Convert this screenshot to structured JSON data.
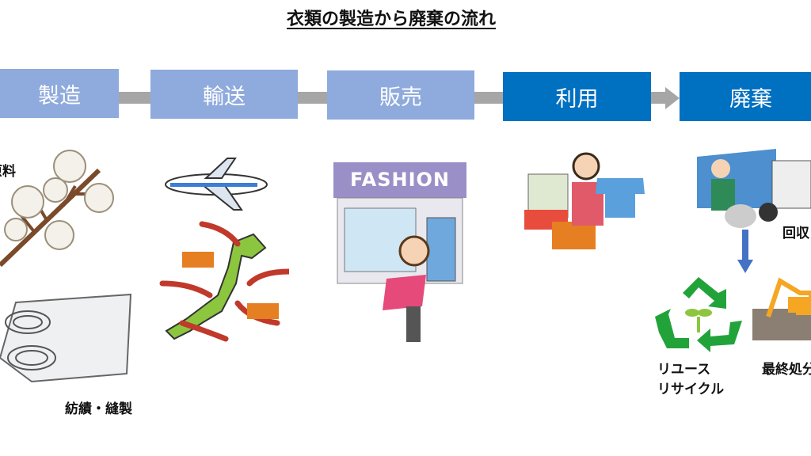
{
  "title": "衣類の製造から廃棄の流れ",
  "steps": [
    {
      "label": "製造",
      "color": "#8faadc"
    },
    {
      "label": "輸送",
      "color": "#8faadc"
    },
    {
      "label": "販売",
      "color": "#8faadc"
    },
    {
      "label": "利用",
      "color": "#0070c0"
    },
    {
      "label": "廃棄",
      "color": "#0070c0"
    }
  ],
  "labels": {
    "raw_material": "原料",
    "spinning_sewing": "紡績・縫製",
    "collection": "回収",
    "reuse": "リユース",
    "recycle": "リサイクル",
    "final_disposal": "最終処分"
  },
  "shop_sign": "FASHION"
}
